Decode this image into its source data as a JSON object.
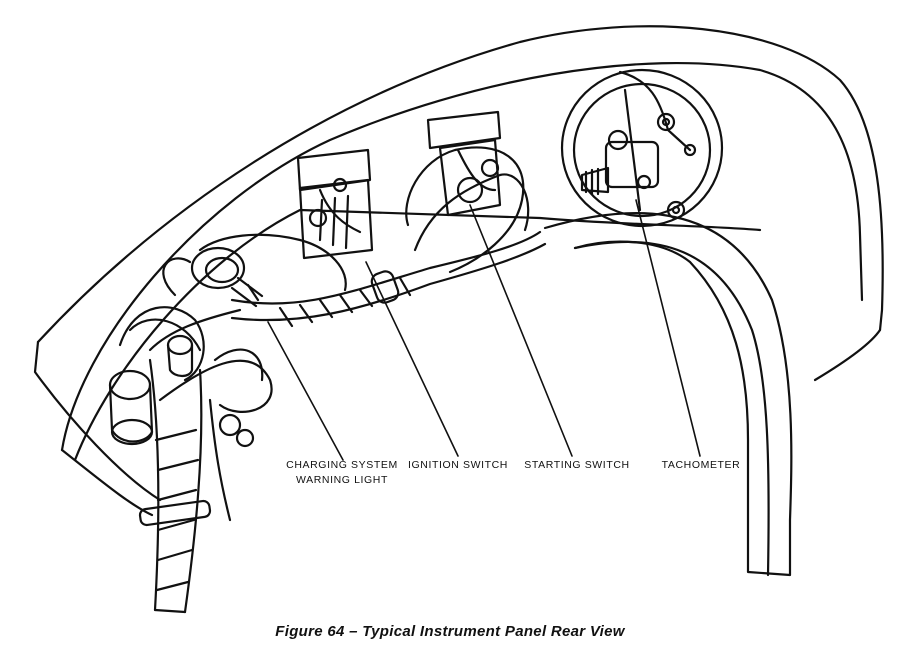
{
  "labels": {
    "charging_line1": "CHARGING SYSTEM",
    "charging_line2": "WARNING LIGHT",
    "ignition": "IGNITION SWITCH",
    "starting": "STARTING SWITCH",
    "tachometer": "TACHOMETER"
  },
  "caption": "Figure 64 – Typical Instrument Panel Rear View",
  "colors": {
    "ink": "#111111",
    "paper": "#ffffff"
  }
}
